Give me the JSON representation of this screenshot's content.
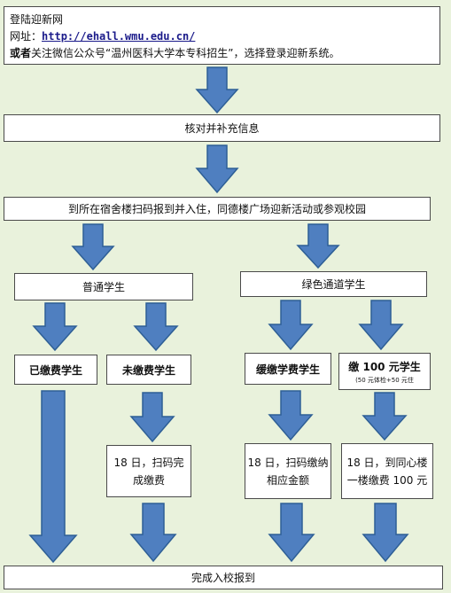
{
  "colors": {
    "background": "#e9f2dc",
    "arrow_fill": "#4f7fc0",
    "arrow_stroke": "#2e5f95",
    "box_border": "#4a4a4a"
  },
  "top_box": {
    "line1": "登陆迎新网",
    "line2_prefix": "网址：",
    "url": "http://ehall.wmu.edu.cn/",
    "line3_bold": "或者",
    "line3_rest": "关注微信公众号“温州医科大学本专科招生”，选择登录迎新系统。"
  },
  "step_verify": "核对并补充信息",
  "step_checkin": "到所在宿舍楼扫码报到并入住，同德楼广场迎新活动或参观校园",
  "regular_students": "普通学生",
  "green_channel_students": "绿色通道学生",
  "paid_students": "已缴费学生",
  "unpaid_students": "未缴费学生",
  "deferred_students": "缓缴学费学生",
  "pay100_students": "缴 100 元学生",
  "pay100_note": "(50 元体检+50 元住",
  "unpaid_action_line1": "18 日，扫码完",
  "unpaid_action_line2": "成缴费",
  "deferred_action_line1": "18 日，扫码缴纳",
  "deferred_action_line2": "相应金额",
  "pay100_action_line1": "18 日，到同心楼",
  "pay100_action_line2": "一楼缴费 100 元",
  "final": "完成入校报到"
}
